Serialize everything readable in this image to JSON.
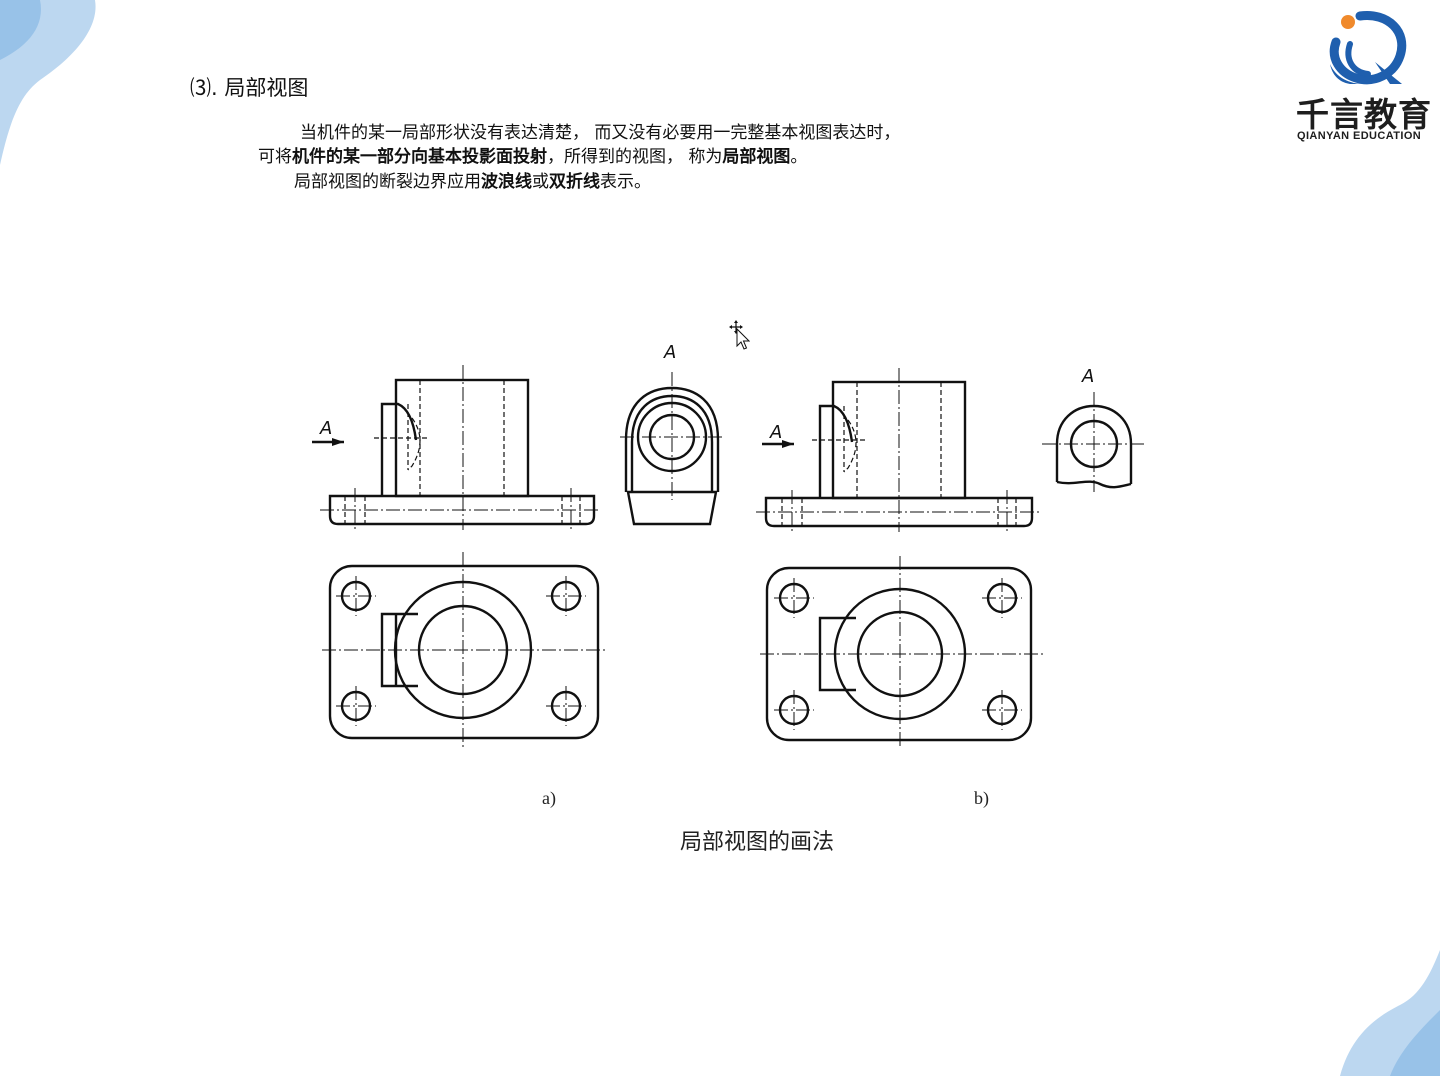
{
  "section_heading": "⑶. 局部视图",
  "paragraph": {
    "line1": "当机件的某一局部形状没有表达清楚， 而又没有必要用一完整基本视图表达时，",
    "line2_a": "可将",
    "line2_b": "机件的某一部分向基本投影面投射",
    "line2_c": "，所得到的视图， 称为",
    "line2_d": "局部视图",
    "line2_e": "。",
    "line3_a": "局部视图的断裂边界应用",
    "line3_b": "波浪线",
    "line3_c": "或",
    "line3_d": "双折线",
    "line3_e": "表示。"
  },
  "logo": {
    "name_cn": "千言教育",
    "name_en": "QIANYAN EDUCATION",
    "icon": "qianyan-logo-icon",
    "colors": {
      "blue": "#1f5fae",
      "orange": "#f08a2c"
    }
  },
  "figure": {
    "view_letter": "A",
    "label_a": "a)",
    "label_b": "b)",
    "caption": "局部视图的画法"
  },
  "theme": {
    "accent_light": "#bcd7f0",
    "accent_mid": "#8fbde6",
    "ink": "#111111"
  }
}
